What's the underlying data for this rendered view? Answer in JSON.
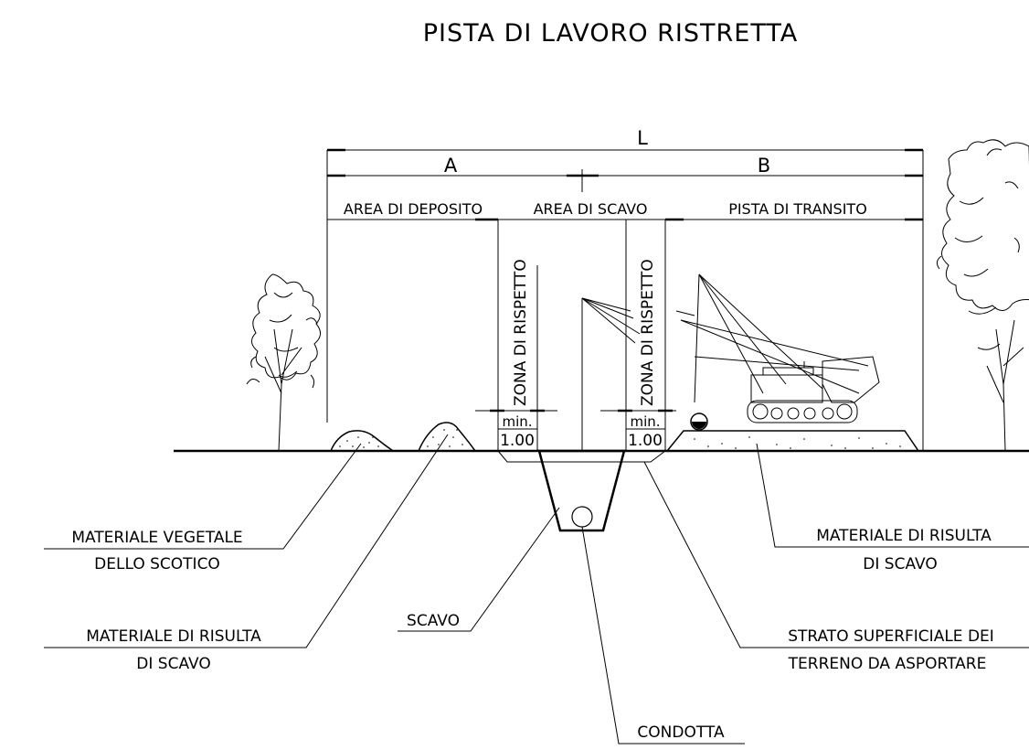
{
  "title": "PISTA DI LAVORO RISTRETTA",
  "dimensions": {
    "total": "L",
    "left": "A",
    "right": "B"
  },
  "areas": {
    "deposit": "AREA DI DEPOSITO",
    "excavation": "AREA DI SCAVO",
    "transit": "PISTA DI TRANSITO"
  },
  "buffer_zones": {
    "left_label": "ZONA DI RISPETTO",
    "right_label": "ZONA DI RISPETTO",
    "left_min": "min.",
    "left_value": "1.00",
    "right_min": "min.",
    "right_value": "1.00"
  },
  "callouts": {
    "vegetal_line1": "MATERIALE VEGETALE",
    "vegetal_line2": "DELLO SCOTICO",
    "spoil_left_line1": "MATERIALE DI RISULTA",
    "spoil_left_line2": "DI SCAVO",
    "trench": "SCAVO",
    "pipe": "CONDOTTA",
    "spoil_right_line1": "MATERIALE DI RISULTA",
    "spoil_right_line2": "DI SCAVO",
    "topsoil_line1": "STRATO SUPERFICIALE DEI",
    "topsoil_line2": "TERRENO DA ASPORTARE"
  }
}
